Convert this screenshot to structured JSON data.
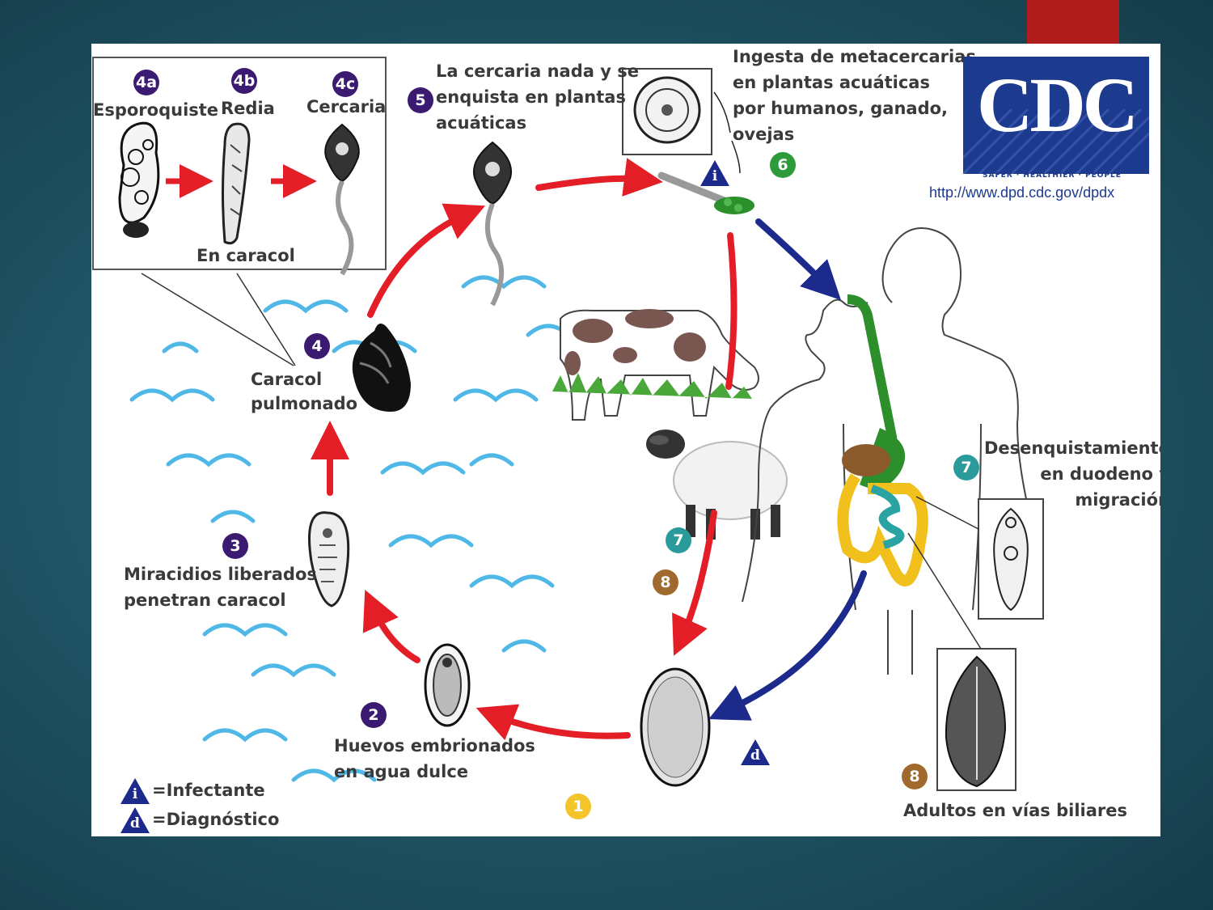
{
  "labels": {
    "sporocyst": "Esporoquiste",
    "redia": "Redia",
    "cercaria": "Cercaria",
    "in_snail": "En caracol",
    "step5": "La cercaria nada y se\nenquista en plantas\nacuáticas",
    "step6": "Ingesta de metacercarias\nen plantas acuáticas\npor humanos, ganado,\novejas",
    "snail": "Caracol\npulmonado",
    "step3": "Miracidios liberados\npenetran caracol",
    "step2": "Huevos embrionados\nen agua dulce",
    "step7": "Desenquistamiento\nen duodeno y\nmigración",
    "step8": "Adultos en vías biliares",
    "legend_infective": "=Infectante",
    "legend_diagnostic": "=Diagnóstico"
  },
  "badges": {
    "b4a": "4a",
    "b4b": "4b",
    "b4c": "4c",
    "b5": "5",
    "b6": "6",
    "b4": "4",
    "b3": "3",
    "b2": "2",
    "b1": "1",
    "b7": "7",
    "b7r": "7",
    "b8": "8",
    "b8r": "8",
    "tri_i": "i",
    "tri_d": "d",
    "leg_i": "i",
    "leg_d": "d"
  },
  "cdc": {
    "logo": "CDC",
    "tagline": "SAFER · HEALTHIER · PEOPLE™",
    "url": "http://www.dpd.cdc.gov/dpdx"
  },
  "colors": {
    "purple_badge": "#3b1a72",
    "green_badge": "#2e9b3a",
    "teal_badge": "#2b9a9a",
    "brown_badge": "#a0692e",
    "yellow_badge": "#f3c52a",
    "red_arrow": "#e41e26",
    "blue_arrow": "#1c2a8c",
    "cdc_blue": "#1c3a8e"
  }
}
